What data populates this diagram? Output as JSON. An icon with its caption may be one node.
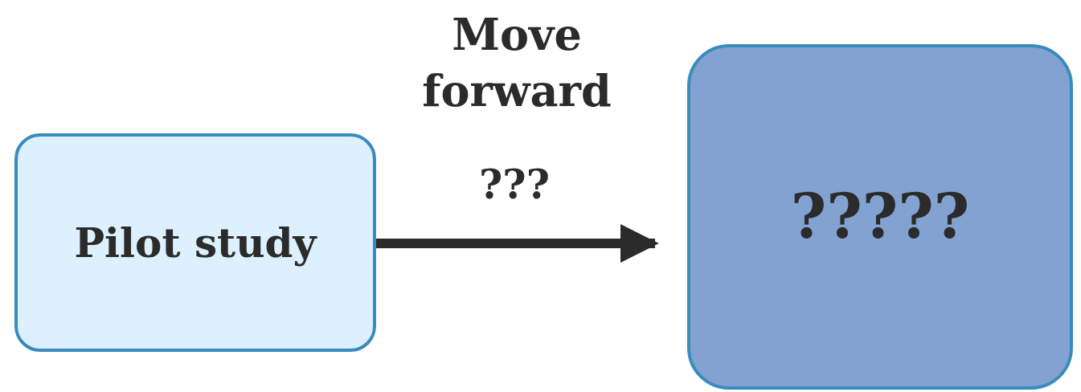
{
  "diagram": {
    "nodes": [
      {
        "text": [
          "Pilot study"
        ]
      },
      {
        "text": [
          "?????"
        ]
      }
    ],
    "edges": [
      {
        "from": 0,
        "to": 1,
        "arrow": "to",
        "label": "???"
      }
    ],
    "labels": [
      "Move forward"
    ]
  }
}
